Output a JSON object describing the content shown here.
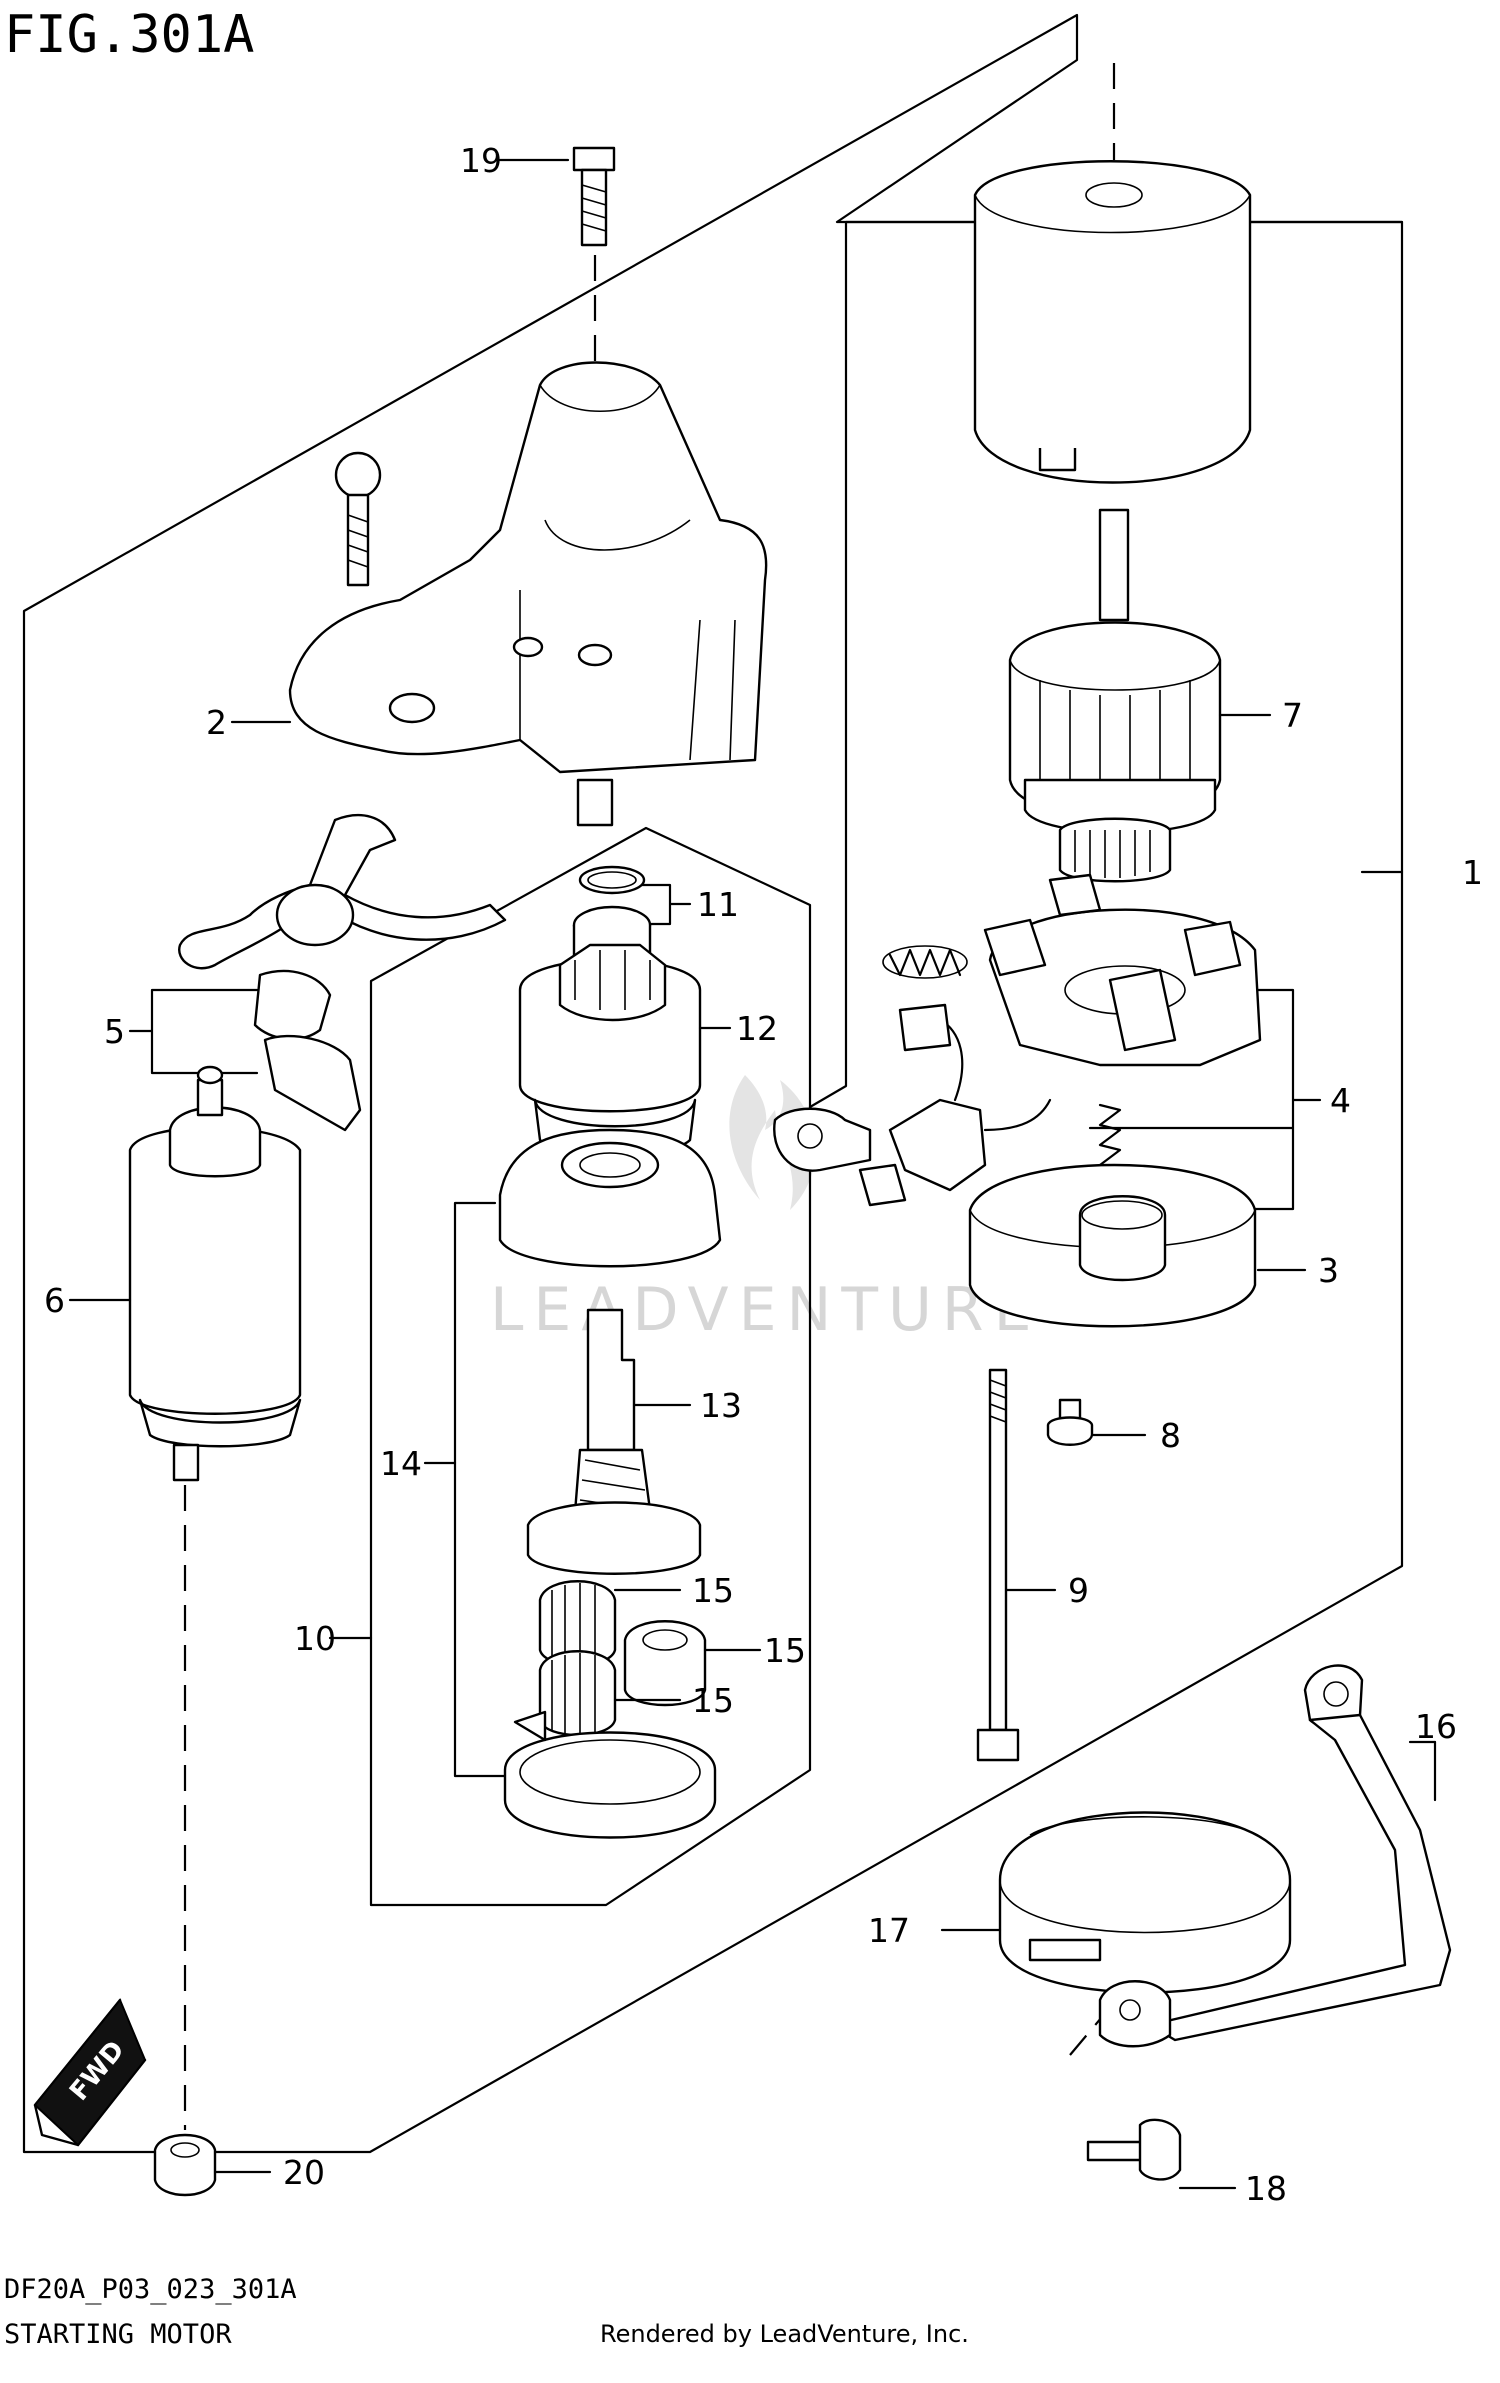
{
  "figure": {
    "title": "FIG.301A",
    "code": "DF20A_P03_023_301A",
    "name": "STARTING MOTOR",
    "credit": "Rendered by LeadVenture, Inc.",
    "watermark": "LEADVENTURE",
    "fwd_label": "FWD"
  },
  "callouts": {
    "c1": "1",
    "c2": "2",
    "c3": "3",
    "c4": "4",
    "c5": "5",
    "c6": "6",
    "c7": "7",
    "c8": "8",
    "c9": "9",
    "c10": "10",
    "c11": "11",
    "c12": "12",
    "c13": "13",
    "c14": "14",
    "c15a": "15",
    "c15b": "15",
    "c15c": "15",
    "c16": "16",
    "c17": "17",
    "c18": "18",
    "c19": "19",
    "c20": "20"
  }
}
